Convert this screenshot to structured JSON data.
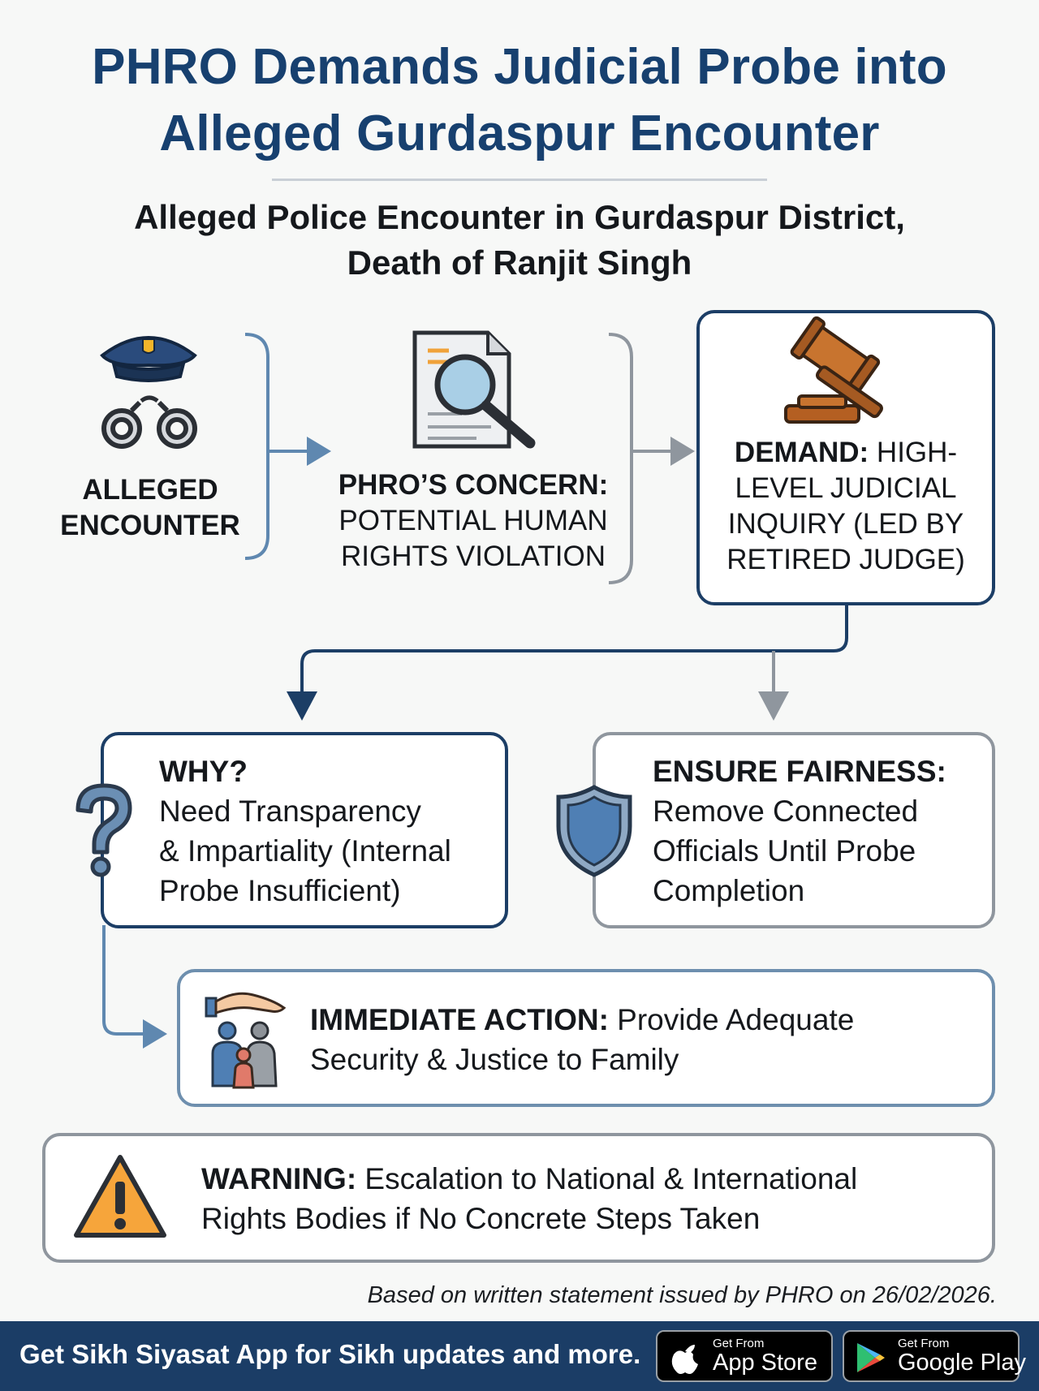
{
  "title": {
    "line1": "PHRO Demands Judicial Probe into",
    "line2": "Alleged Gurdaspur Encounter"
  },
  "subtitle": {
    "line1": "Alleged Police Encounter in Gurdaspur District,",
    "line2": "Death of Ranjit Singh"
  },
  "steps": {
    "encounter": {
      "line1": "ALLEGED",
      "line2": "ENCOUNTER",
      "icons": [
        "police-cap-icon",
        "handcuffs-icon"
      ]
    },
    "concern": {
      "bold": "PHRO’S CONCERN:",
      "line2": "POTENTIAL HUMAN",
      "line3": "RIGHTS VIOLATION",
      "icon": "document-magnifier-icon"
    },
    "demand": {
      "bold": "DEMAND:",
      "line1_rest": " HIGH-",
      "line2": "LEVEL JUDICIAL",
      "line3": "INQUIRY (LED BY",
      "line4": "RETIRED JUDGE)",
      "icon": "gavel-icon"
    }
  },
  "why": {
    "heading": "WHY?",
    "line1": "Need Transparency",
    "line2": "& Impartiality (Internal",
    "line3": "Probe Insufficient)",
    "icon": "question-mark-icon"
  },
  "fairness": {
    "heading": "ENSURE FAIRNESS:",
    "line1": "Remove Connected",
    "line2": "Officials Until Probe",
    "line3": "Completion",
    "icon": "shield-icon"
  },
  "action": {
    "bold": "IMMEDIATE ACTION:",
    "rest": " Provide Adequate",
    "line2": "Security & Justice to Family",
    "icon": "protected-family-icon"
  },
  "warning": {
    "bold": "WARNING:",
    "rest": " Escalation to National & International",
    "line2": "Rights Bodies if No Concrete Steps Taken",
    "icon": "warning-icon"
  },
  "footnote": "Based on written statement issued by PHRO on 26/02/2026.",
  "footer": {
    "promo": "Get Sikh Siyasat App for Sikh updates and more.",
    "appstore": {
      "small": "Get From",
      "big": "App Store"
    },
    "googleplay": {
      "small": "Get From",
      "big": "Google Play"
    }
  },
  "colors": {
    "navy": "#1c3e66",
    "title_blue": "#17406f",
    "slate_arrow": "#5f88b0",
    "gray_border": "#8f969e",
    "warning_orange": "#f6a53b",
    "footer_bar": "#1b3d66"
  }
}
